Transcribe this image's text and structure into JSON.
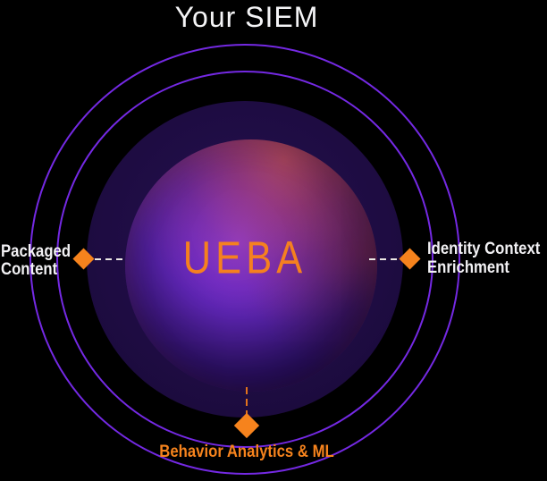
{
  "title": "Your SIEM",
  "diagram": {
    "center_label": "UEBA",
    "markers": {
      "left": {
        "line1": "Packaged",
        "line2": "Content"
      },
      "right": {
        "line1": "Identity Context",
        "line2": "Enrichment"
      },
      "bottom": {
        "label": "Behavior Analytics & ML"
      }
    },
    "colors": {
      "background": "#000000",
      "orbit_purple": "#7429E3",
      "halo_dark_purple": "#1E0C42",
      "marker_orange": "#F6831D",
      "center_text_orange": "#F5801F",
      "label_white": "#F2F1F4",
      "title_white": "#F4F4F6",
      "dash_white": "#ECE8E4",
      "dash_orange": "#E2731C"
    }
  }
}
